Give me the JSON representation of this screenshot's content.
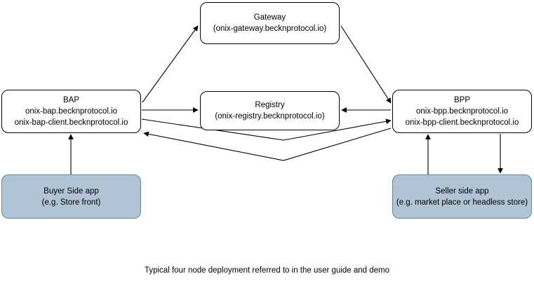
{
  "diagram": {
    "title": "Typical four node deployment referred to in the user guide and demo",
    "colors": {
      "node_fill": "#ffffff",
      "node_stroke": "#000000",
      "app_fill": "#b0c4d6",
      "app_stroke": "#62839f",
      "edge_stroke": "#000000",
      "text": "#000000",
      "background": "#ffffff"
    },
    "nodes": {
      "gateway": {
        "line1": "Gateway",
        "line2": "(onix-gateway.becknprotocol.io)"
      },
      "bap": {
        "line1": "BAP",
        "line2": "onix-bap.becknprotocol.io",
        "line3": "onix-bap-client.becknprotocol.io"
      },
      "registry": {
        "line1": "Registry",
        "line2": "(onix-registry.becknprotocol.io)"
      },
      "bpp": {
        "line1": "BPP",
        "line2": "onix-bpp.becknprotocol.io",
        "line3": "onix-bpp-client.becknprotocol.io"
      },
      "buyer_app": {
        "line1": "Buyer Side app",
        "line2": "(e.g. Store front)"
      },
      "seller_app": {
        "line1": "Seller side app",
        "line2": "(e.g. market place or headless store)"
      }
    },
    "edges": [
      {
        "id": "bap-to-gateway",
        "from": "bap",
        "to": "gateway",
        "label": "",
        "arrowheads": "end"
      },
      {
        "id": "gateway-to-bpp",
        "from": "gateway",
        "to": "bpp",
        "label": "",
        "arrowheads": "end"
      },
      {
        "id": "bap-to-registry",
        "from": "bap",
        "to": "registry",
        "label": "",
        "arrowheads": "end"
      },
      {
        "id": "bpp-to-registry",
        "from": "bpp",
        "to": "registry",
        "label": "",
        "arrowheads": "end"
      },
      {
        "id": "bap-to-bpp-elbow",
        "from": "bap",
        "to": "bpp",
        "label": "",
        "arrowheads": "end"
      },
      {
        "id": "bpp-to-bap-elbow",
        "from": "bpp",
        "to": "bap",
        "label": "",
        "arrowheads": "end"
      },
      {
        "id": "buyerapp-to-bap",
        "from": "buyer_app",
        "to": "bap",
        "label": "",
        "arrowheads": "end"
      },
      {
        "id": "sellerapp-to-bpp",
        "from": "seller_app",
        "to": "bpp",
        "label": "",
        "arrowheads": "end"
      },
      {
        "id": "bpp-to-sellerapp",
        "from": "bpp",
        "to": "seller_app",
        "label": "",
        "arrowheads": "end"
      }
    ]
  }
}
